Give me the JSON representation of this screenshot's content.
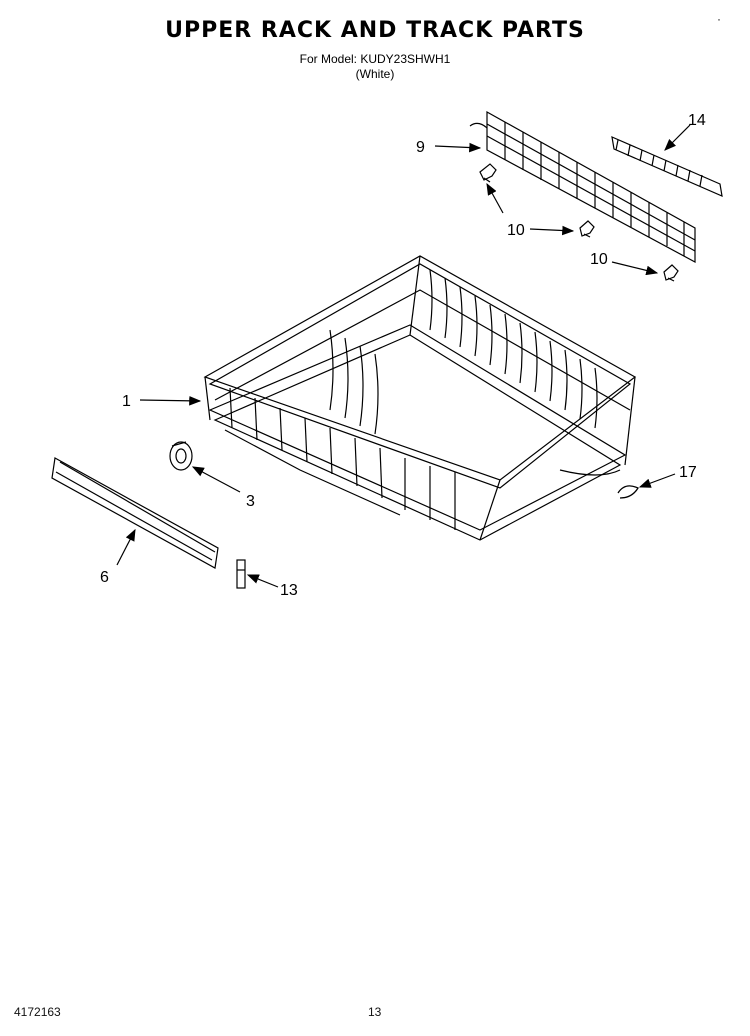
{
  "header": {
    "title": "UPPER RACK AND TRACK PARTS",
    "model_line": "For Model: KUDY23SHWH1",
    "color_line": "(White)"
  },
  "callouts": {
    "c1": "1",
    "c3": "3",
    "c6": "6",
    "c9": "9",
    "c10a": "10",
    "c10b": "10",
    "c13": "13",
    "c14": "14",
    "c17": "17"
  },
  "footer": {
    "doc_number": "4172163",
    "page_number": "13"
  }
}
